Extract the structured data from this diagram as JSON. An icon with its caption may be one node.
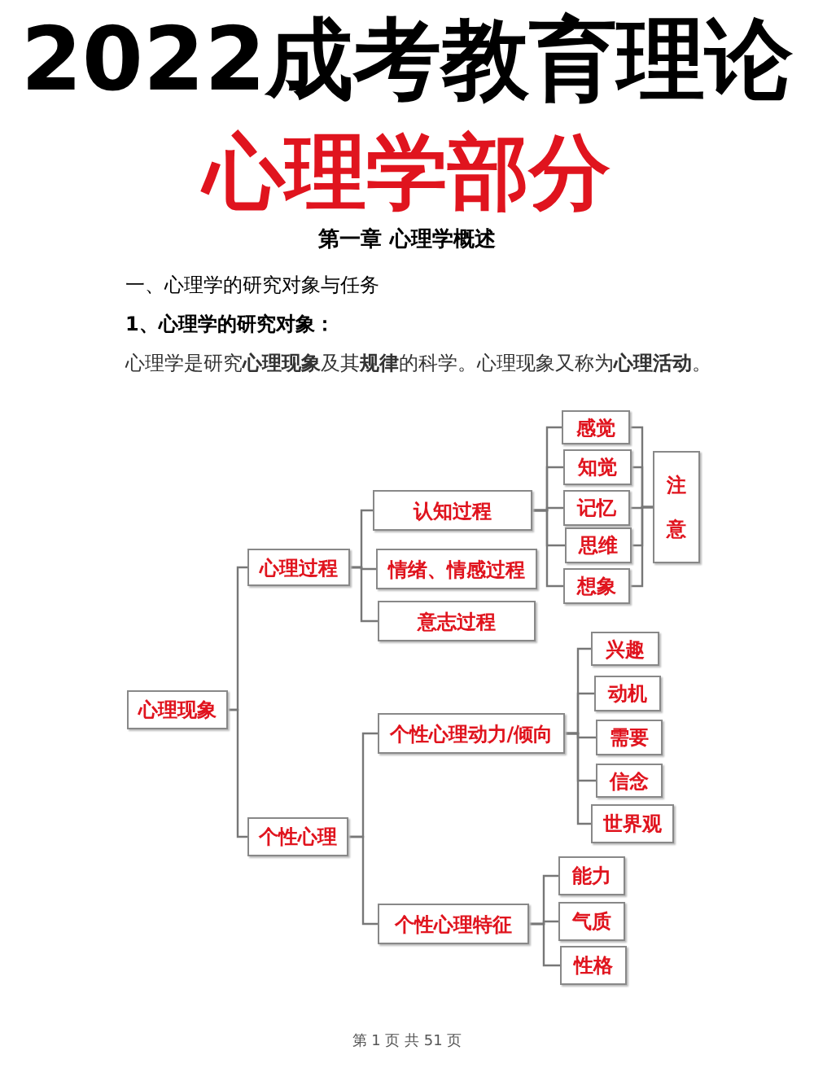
{
  "diagram": {
    "title": "2022成考教育理论",
    "nodes": [
      {
        "text": [
          "心理现象"
        ]
      },
      {
        "text": [
          "心理过程"
        ]
      },
      {
        "text": [
          "个性心理"
        ]
      },
      {
        "text": [
          "认知过程"
        ]
      },
      {
        "text": [
          "情绪、情感过程"
        ]
      },
      {
        "text": [
          "意志过程"
        ]
      },
      {
        "text": [
          "感觉"
        ]
      },
      {
        "text": [
          "知觉"
        ]
      },
      {
        "text": [
          "记忆"
        ]
      },
      {
        "text": [
          "思维"
        ]
      },
      {
        "text": [
          "想象"
        ]
      },
      {
        "text": [
          "注意"
        ]
      },
      {
        "text": [
          "个性心理动力/倾向"
        ]
      },
      {
        "text": [
          "个性心理特征"
        ]
      },
      {
        "text": [
          "兴趣"
        ]
      },
      {
        "text": [
          "动机"
        ]
      },
      {
        "text": [
          "需要"
        ]
      },
      {
        "text": [
          "信念"
        ]
      },
      {
        "text": [
          "世界观"
        ]
      },
      {
        "text": [
          "能力"
        ]
      },
      {
        "text": [
          "气质"
        ]
      },
      {
        "text": [
          "性格"
        ]
      }
    ],
    "edges": [
      {
        "from": 0,
        "to": 1,
        "arrow": "none"
      },
      {
        "from": 0,
        "to": 2,
        "arrow": "none"
      },
      {
        "from": 1,
        "to": 3,
        "arrow": "none"
      },
      {
        "from": 1,
        "to": 4,
        "arrow": "none"
      },
      {
        "from": 1,
        "to": 5,
        "arrow": "none"
      },
      {
        "from": 3,
        "to": 6,
        "arrow": "none"
      },
      {
        "from": 3,
        "to": 7,
        "arrow": "none"
      },
      {
        "from": 3,
        "to": 8,
        "arrow": "none"
      },
      {
        "from": 3,
        "to": 9,
        "arrow": "none"
      },
      {
        "from": 3,
        "to": 10,
        "arrow": "none"
      },
      {
        "from": 6,
        "to": 11,
        "arrow": "none"
      },
      {
        "from": 7,
        "to": 11,
        "arrow": "none"
      },
      {
        "from": 8,
        "to": 11,
        "arrow": "none"
      },
      {
        "from": 9,
        "to": 11,
        "arrow": "none"
      },
      {
        "from": 10,
        "to": 11,
        "arrow": "none"
      },
      {
        "from": 2,
        "to": 12,
        "arrow": "none"
      },
      {
        "from": 2,
        "to": 13,
        "arrow": "none"
      },
      {
        "from": 12,
        "to": 14,
        "arrow": "none"
      },
      {
        "from": 12,
        "to": 15,
        "arrow": "none"
      },
      {
        "from": 12,
        "to": 16,
        "arrow": "none"
      },
      {
        "from": 12,
        "to": 17,
        "arrow": "none"
      },
      {
        "from": 12,
        "to": 18,
        "arrow": "none"
      },
      {
        "from": 13,
        "to": 19,
        "arrow": "none"
      },
      {
        "from": 13,
        "to": 20,
        "arrow": "none"
      },
      {
        "from": 13,
        "to": 21,
        "arrow": "none"
      }
    ],
    "labels": [
      "心理学部分",
      "第一章 心理学概述",
      "一、心理学的研究对象与任务",
      "1、心理学的研究对象：",
      "心理学是研究**心理现象**及其**规律**的科学。心理现象又称为**心理活动**。",
      "第 1 页 共 51 页"
    ]
  }
}
